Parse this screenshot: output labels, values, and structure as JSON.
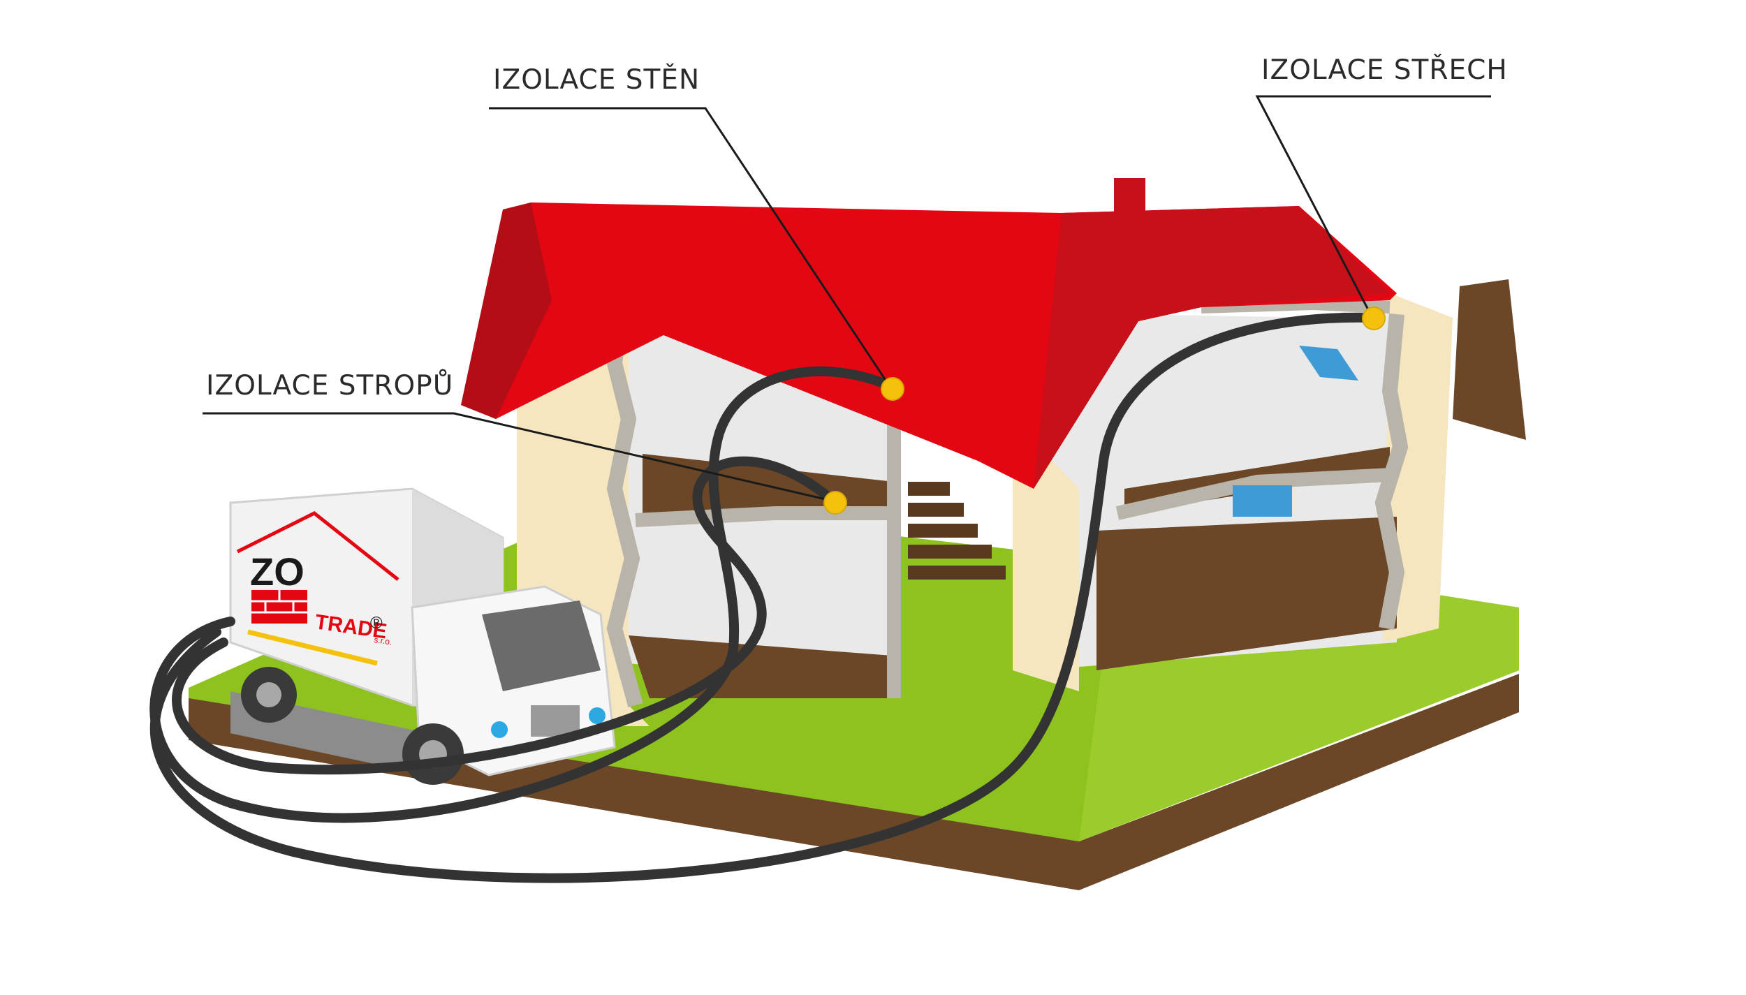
{
  "labels": {
    "walls": "IZOLACE STĚN",
    "roofs": "IZOLACE STŘECH",
    "ceilings": "IZOLACE STROPŮ"
  },
  "truck": {
    "logo_main": "ZO",
    "logo_sub": "TRADE",
    "logo_suffix": "s.r.o.",
    "registered": "®"
  },
  "colors": {
    "roof": "#e30613",
    "grass": "#8dc21f",
    "soil": "#6b4728",
    "wall": "#f5e6c0",
    "hose": "#333333",
    "marker": "#f4c20d",
    "logo_red": "#e30613"
  }
}
